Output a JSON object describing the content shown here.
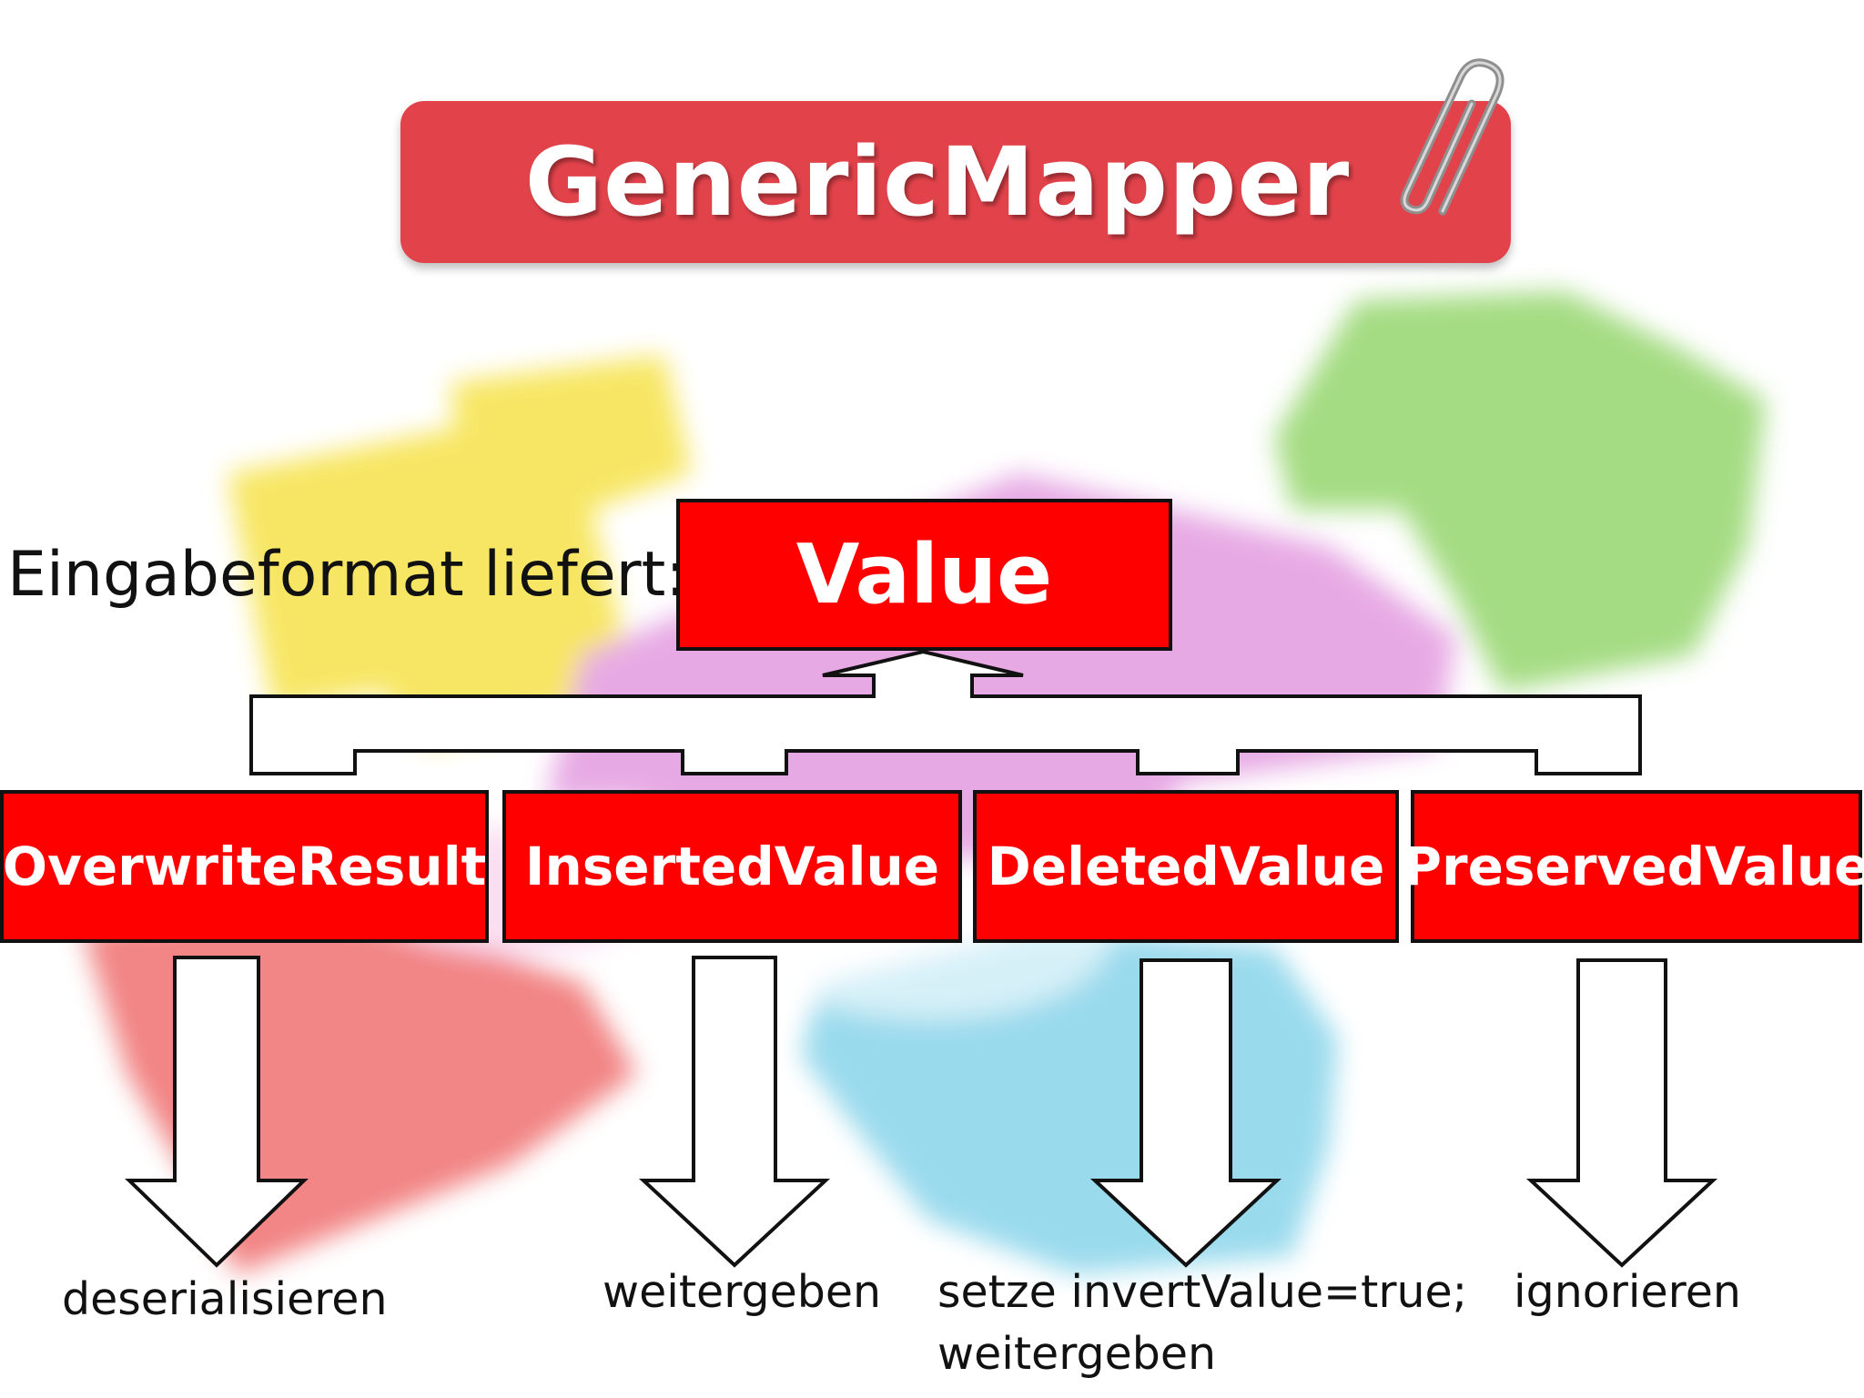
{
  "title": "GenericMapper",
  "input_label": "Eingabeformat liefert:",
  "root": "Value",
  "children": [
    {
      "name": "OverwriteResult",
      "action": "deserialisieren"
    },
    {
      "name": "InsertedValue",
      "action": "weitergeben"
    },
    {
      "name": "DeletedValue",
      "action_line1": "setze invertValue=true;",
      "action_line2": "weitergeben"
    },
    {
      "name": "PreservedValue",
      "action": "ignorieren"
    }
  ],
  "colors": {
    "banner": "#e2434b",
    "box_fill": "#ff0000",
    "box_border": "#111111",
    "text": "#111111"
  },
  "background_image": "blurred-colored-puzzle-pieces",
  "icons": [
    "paperclip-icon"
  ]
}
